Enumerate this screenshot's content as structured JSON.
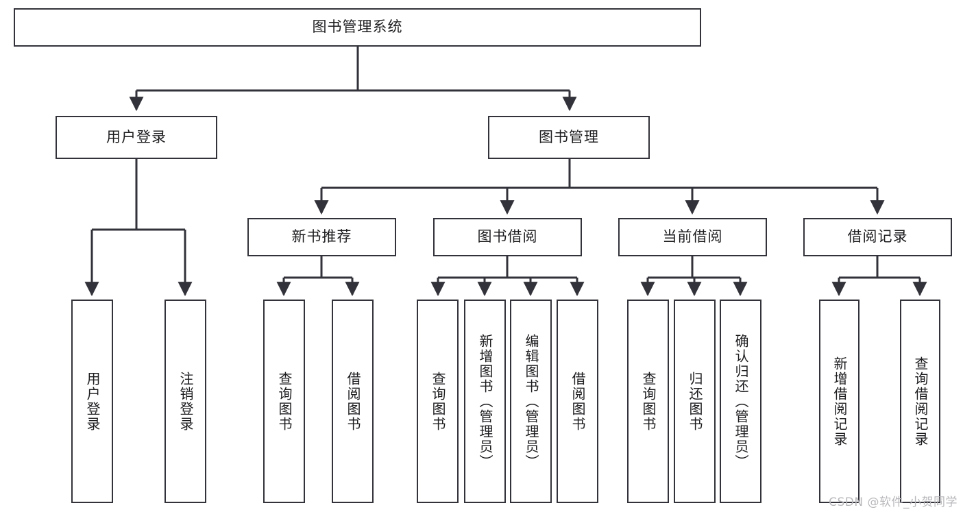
{
  "diagram": {
    "title": "图书管理系统",
    "type": "tree-hierarchy",
    "style": {
      "box_border_color": "#32323a",
      "box_fill_color": "#ffffff",
      "edge_color": "#32323a",
      "text_color": "#1d1d20",
      "background": "#ffffff"
    },
    "levels": {
      "root": {
        "label": "图书管理系统"
      },
      "level2": [
        {
          "label": "用户登录"
        },
        {
          "label": "图书管理"
        }
      ],
      "level3": [
        {
          "label": "新书推荐"
        },
        {
          "label": "图书借阅"
        },
        {
          "label": "当前借阅"
        },
        {
          "label": "借阅记录"
        }
      ],
      "leaves": {
        "用户登录": [
          {
            "label": "用户登录"
          },
          {
            "label": "注销登录"
          }
        ],
        "新书推荐": [
          {
            "label": "查询图书"
          },
          {
            "label": "借阅图书"
          }
        ],
        "图书借阅": [
          {
            "label": "查询图书"
          },
          {
            "label": "新增图书（管理员）"
          },
          {
            "label": "编辑图书（管理员）"
          },
          {
            "label": "借阅图书"
          }
        ],
        "当前借阅": [
          {
            "label": "查询图书"
          },
          {
            "label": "归还图书"
          },
          {
            "label": "确认归还（管理员）"
          }
        ],
        "借阅记录": [
          {
            "label": "新增借阅记录"
          },
          {
            "label": "查询借阅记录"
          }
        ]
      }
    }
  },
  "watermark": {
    "text": "CSDN @软件_小贺同学"
  }
}
